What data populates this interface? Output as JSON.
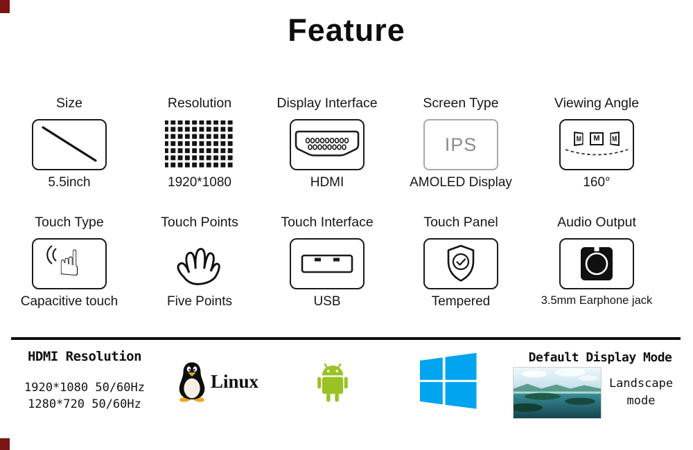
{
  "title": "Feature",
  "row1": [
    {
      "label": "Size",
      "value": "5.5inch"
    },
    {
      "label": "Resolution",
      "value": "1920*1080"
    },
    {
      "label": "Display  Interface",
      "value": "HDMI"
    },
    {
      "label": "Screen Type",
      "value": "AMOLED Display",
      "icon_text": "IPS"
    },
    {
      "label": "Viewing Angle",
      "value": "160°",
      "monitor_letter": "M"
    }
  ],
  "row2": [
    {
      "label": "Touch Type",
      "value": "Capacitive touch"
    },
    {
      "label": "Touch Points",
      "value": "Five Points"
    },
    {
      "label": "Touch Interface",
      "value": "USB"
    },
    {
      "label": "Touch Panel",
      "value": "Tempered"
    },
    {
      "label": "Audio Output",
      "value": "3.5mm Earphone jack"
    }
  ],
  "bottom": {
    "hdmi": {
      "title": "HDMI Resolution",
      "line1": "1920*1080 50/60Hz",
      "line2": "1280*720 50/60Hz"
    },
    "linux_label": "Linux",
    "display_mode": {
      "title": "Default Display Mode",
      "line1": "Landscape",
      "line2": "mode"
    }
  },
  "icons": {
    "tap_hand_glyph": "☝",
    "size": "diagonal-screen-size-icon",
    "resolution": "pixel-grid-icon",
    "display_interface": "hdmi-connector-icon",
    "screen_type": "ips-panel-icon",
    "viewing_angle": "three-monitors-arc-icon",
    "touch_points": "five-finger-hand-icon",
    "touch_interface": "usb-port-icon",
    "touch_panel": "shield-check-icon",
    "audio_output": "earphone-jack-icon",
    "os1": "tux-penguin-icon",
    "os2": "android-robot-icon",
    "os3": "windows-logo-icon"
  },
  "colors": {
    "android_green": "#99c224",
    "windows_blue": "#00a4ef",
    "tux_orange": "#f0a818",
    "marker_red": "#7b1414"
  }
}
